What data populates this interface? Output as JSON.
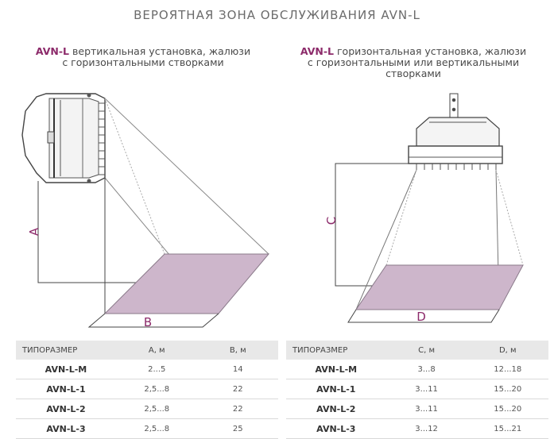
{
  "title": "ВЕРОЯТНАЯ ЗОНА ОБСЛУЖИВАНИЯ AVN-L",
  "left": {
    "model": "AVN-L",
    "caption": "вертикальная установка, жалюзи",
    "caption2": "с горизонтальными створками",
    "label_height": "A",
    "label_width": "B"
  },
  "right": {
    "model": "AVN-L",
    "caption": "горизонтальная установка, жалюзи",
    "caption2": "с горизонтальными или вертикальными",
    "caption3": "створками",
    "label_height": "C",
    "label_width": "D"
  },
  "table_left": {
    "headers": [
      "ТИПОРАЗМЕР",
      "A, м",
      "B, м"
    ],
    "rows": [
      [
        "AVN-L-M",
        "2...5",
        "14"
      ],
      [
        "AVN-L-1",
        "2,5...8",
        "22"
      ],
      [
        "AVN-L-2",
        "2,5...8",
        "22"
      ],
      [
        "AVN-L-3",
        "2,5...8",
        "25"
      ]
    ]
  },
  "table_right": {
    "headers": [
      "ТИПОРАЗМЕР",
      "C, м",
      "D, м"
    ],
    "rows": [
      [
        "AVN-L-M",
        "3...8",
        "12...18"
      ],
      [
        "AVN-L-1",
        "3...11",
        "15...20"
      ],
      [
        "AVN-L-2",
        "3...11",
        "15...20"
      ],
      [
        "AVN-L-3",
        "3...12",
        "15...21"
      ]
    ]
  },
  "colors": {
    "accent": "#8c2a6a",
    "zone_fill": "#cdb6cb",
    "header_bg": "#e8e8e8"
  }
}
